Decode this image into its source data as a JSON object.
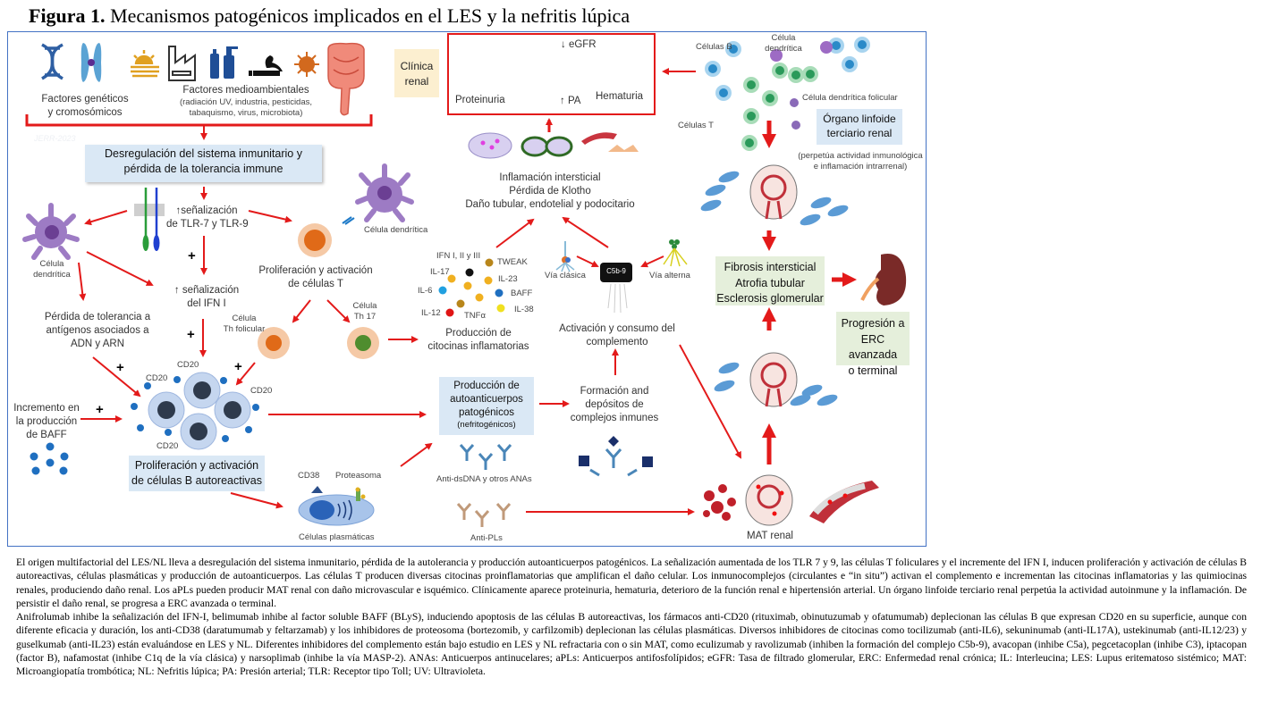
{
  "figure": {
    "title_bold": "Figura 1.",
    "title_rest": " Mecanismos patogénicos implicados en el LES y la nefritis lúpica",
    "watermark": "JERR-2023"
  },
  "colors": {
    "frame": "#4472c4",
    "arrow": "#e31a1a",
    "box_blue": "#dae8f5",
    "box_yellow": "#fcefd0",
    "box_green": "#e5efdb"
  },
  "factors": {
    "genetic_label_1": "Factores genéticos",
    "genetic_label_2": "y cromosómicos",
    "env_label": "Factores medioambientales",
    "env_detail_1": "(radiación UV, industria, pesticidas,",
    "env_detail_2": "tabaquismo,  virus, microbiota)"
  },
  "dysregulation": {
    "line1": "Desregulación del sistema inmunitario y",
    "line2": "pérdida de la tolerancia immune"
  },
  "tlr": {
    "line1": "↑señalización",
    "line2": "de TLR-7 y TLR-9"
  },
  "dendritic_left": {
    "line1": "Célula",
    "line2": "dendrítica"
  },
  "dendritic_right": "Célula dendrítica",
  "ifn": {
    "line1": "↑ señalización",
    "line2": "del IFN I"
  },
  "tolerance_loss": {
    "line1": "Pérdida de tolerancia a",
    "line2": "antígenos asociados a",
    "line3": "ADN y ARN"
  },
  "tcells": {
    "line1": "Proliferación y activación",
    "line2": "de células T"
  },
  "tfh": {
    "line1": "Célula",
    "line2": "Th folicular"
  },
  "th17": {
    "line1": "Célula",
    "line2": "Th 17"
  },
  "plus": "+",
  "cd20": "CD20",
  "baff": {
    "line1": "Incremento en",
    "line2": "la producción",
    "line3": "de BAFF"
  },
  "bcells": {
    "line1": "Proliferación y activación",
    "line2": "de células B autoreactivas"
  },
  "plasma": {
    "cd38": "CD38",
    "proteasome": "Proteasoma",
    "label": "Células plasmáticas"
  },
  "cytokines": {
    "items": [
      "IFN I, II y III",
      "TWEAK",
      "IL-17",
      "IL-23",
      "IL-6",
      "BAFF",
      "IL-12",
      "TNFα",
      "IL-38"
    ],
    "line1": "Producción de",
    "line2": "citocinas inflamatorias"
  },
  "autoantibodies": {
    "line1": "Producción de",
    "line2": "autoanticuerpos",
    "line3": "patogénicos",
    "line4": "(nefritogénicos)",
    "anti_dsdna": "Anti-dsDNA y otros ANAs",
    "anti_pl": "Anti-PLs"
  },
  "immune_complexes": {
    "line1": "Formación and",
    "line2": "depósitos de",
    "line3": "complejos inmunes"
  },
  "complement": {
    "classic": "Vía clásica",
    "alternative": "Vía alterna",
    "mac": "C5b-9",
    "line1": "Activación y consumo del",
    "line2": "complemento"
  },
  "inflammation": {
    "line1": "Inflamación intersticial",
    "line2": "Pérdida de Klotho",
    "line3": "Daño tubular, endotelial y podocitario"
  },
  "clinical": {
    "tag_line1": "Clínica",
    "tag_line2": "renal",
    "egfr": "↓ eGFR",
    "proteinuria": "Proteinuria",
    "pa": "↑ PA",
    "hematuria": "Hematuria"
  },
  "lymphoid": {
    "b_cells": "Células B",
    "dendritic_1": "Célula",
    "dendritic_2": "dendrítica",
    "fdc": "Célula dendrítica folicular",
    "t_cells": "Células T",
    "organ_1": "Órgano linfoide",
    "organ_2": "terciario renal",
    "note_1": "(perpetúa actividad inmunológica",
    "note_2": "e inflamación intrarrenal)"
  },
  "fibrosis": {
    "line1": "Fibrosis intersticial",
    "line2": "Atrofia tubular",
    "line3": "Esclerosis glomerular"
  },
  "progression": {
    "line1": "Progresión a",
    "line2": "ERC avanzada",
    "line3": "o terminal"
  },
  "mat": "MAT renal",
  "caption": {
    "p1": "El origen multifactorial del LES/NL lleva a desregulación del sistema inmunitario, pérdida de la autolerancia y producción autoanticuerpos patogénicos. La señalización aumentada de los TLR 7 y 9, las células T foliculares y el incremente del IFN I, inducen proliferación y activación de células B autoreactivas, células plasmáticas y producción de autoanticuerpos. Las células T producen diversas citocinas proinflamatorias que amplifican el daño celular. Los inmunocomplejos (circulantes e “in situ”) activan el complemento e incrementan las citocinas inflamatorias y las quimiocinas renales, produciendo daño renal. Los aPLs pueden producir MAT renal con daño microvascular e isquémico. Clínicamente aparece proteinuria, hematuria, deterioro de la función renal e hipertensión arterial. Un órgano linfoide terciario renal perpetúa la actividad autoinmune y la inflamación. De persistir el daño renal, se progresa a ERC avanzada o terminal.",
    "p2": "Anifrolumab inhibe la señalización del IFN-I, belimumab inhibe al factor soluble BAFF (BLyS), induciendo apoptosis de las células B autoreactivas, los fármacos anti-CD20 (rituximab, obinutuzumab y ofatumumab) deplecionan las células B que expresan CD20 en su superficie, aunque con diferente eficacia y duración, los anti-CD38 (daratumumab y feltarzamab) y los inhibidores de proteosoma (bortezomib, y carfilzomib) deplecionan las células plasmáticas. Diversos inhibidores de citocinas como tocilizumab (anti-IL6), sekuninumab (anti-IL17A), ustekinumab (anti-IL12/23) y guselkumab (anti-IL23) están evaluándose en LES y NL. Diferentes inhibidores del complemento están bajo estudio en LES y NL refractaria con o sin MAT, como eculizumab y ravolizumab (inhiben la formación del complejo C5b-9), avacopan (inhibe C5a), pegcetacoplan (inhibe C3), iptacopan (factor B), nafamostat (inhibe C1q de la vía clásica) y narsoplimab (inhibe la vía MASP-2). ANAs: Anticuerpos antinucelares; aPLs: Anticuerpos antifosfolípidos; eGFR: Tasa de filtrado glomerular, ERC: Enfermedad renal crónica; IL: Interleucina; LES: Lupus eritematoso sistémico; MAT: Microangiopatía trombótica; NL: Nefritis lúpica; PA: Presión arterial; TLR: Receptor tipo Toll; UV: Ultravioleta."
  }
}
